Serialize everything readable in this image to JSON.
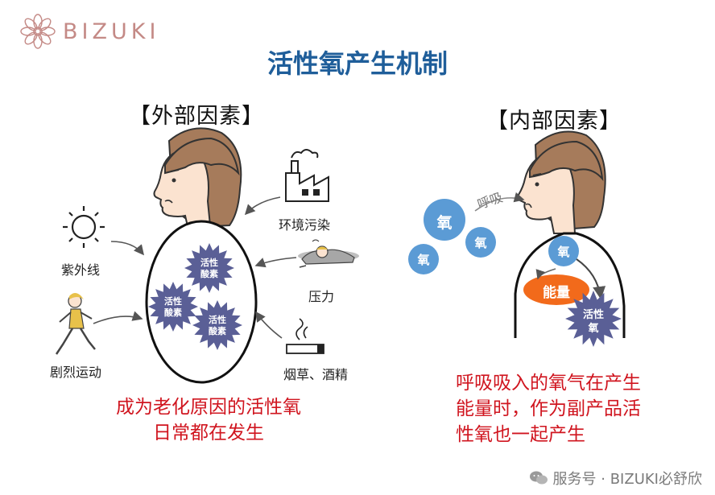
{
  "brand": {
    "name": "BIZUKI"
  },
  "title": "活性氧产生机制",
  "external": {
    "heading": "【外部因素】",
    "body_label": "活性\n酸素",
    "factors": {
      "uv": "紫外线",
      "pollution": "环境污染",
      "stress": "压力",
      "exercise": "剧烈运动",
      "smoking": "烟草、酒精"
    },
    "caption": [
      "成为老化原因的活性氧",
      "日常都在发生"
    ]
  },
  "internal": {
    "heading": "【内部因素】",
    "breath_label": "呼吸",
    "oxygen": "氧",
    "energy": "能量",
    "ros": "活性\n氧",
    "caption": [
      "呼吸吸入的氧气在产生",
      "能量时，作为副产品活",
      "性氧也一起产生"
    ]
  },
  "footer": "服务号 · BIZUKI必舒欣",
  "colors": {
    "brand": "#c48a86",
    "title": "#1f5e9a",
    "caption": "#d0151f",
    "oxygen": "#5b9bd5",
    "energy": "#f26a1b",
    "ros": "#5a5f96",
    "hair": "#a67b5b",
    "skin": "#fbe3d0"
  }
}
